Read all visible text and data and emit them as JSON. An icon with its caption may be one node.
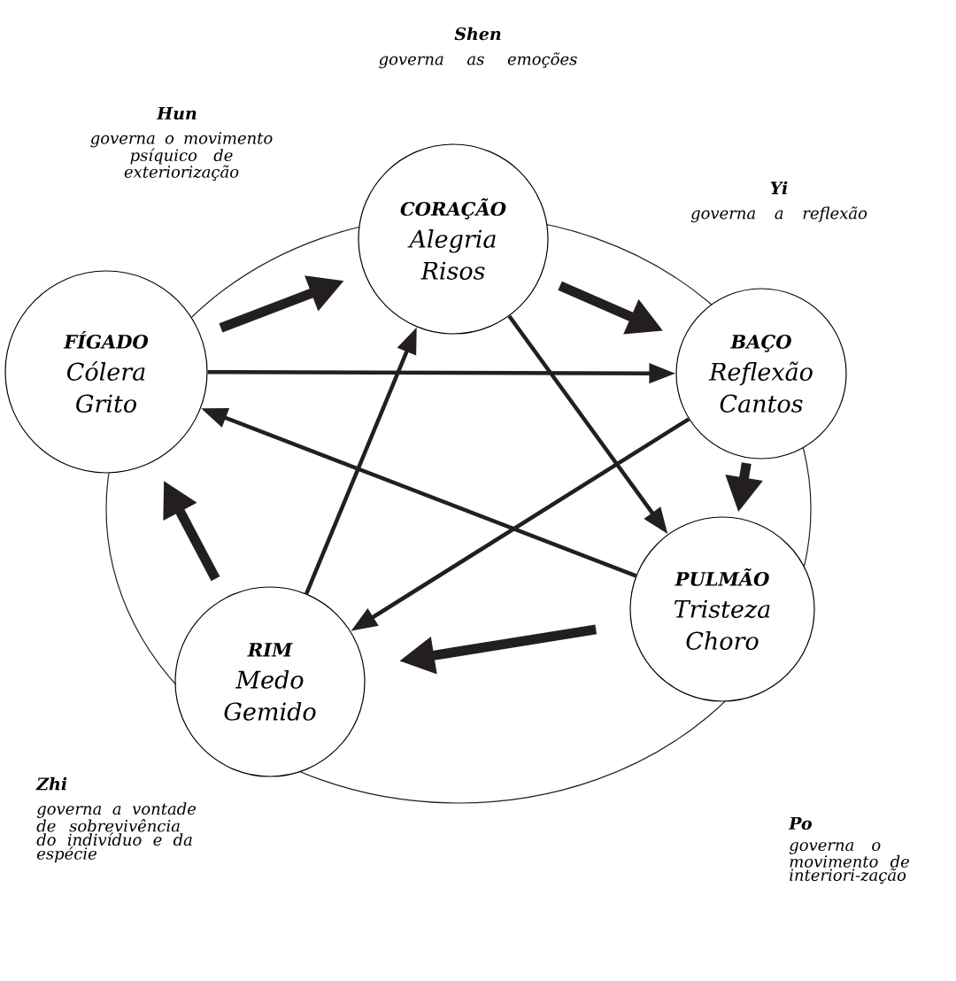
{
  "diagram": {
    "nodes": [
      {
        "text": [
          "CORAÇÃO",
          "Alegria Risos"
        ],
        "beside": [
          "Shen",
          "governa as emoções"
        ]
      },
      {
        "text": [
          "FÍGADO",
          "Cólera Grito"
        ],
        "beside": [
          "Hun",
          "governa o movimento psíquico de exteriorização"
        ]
      },
      {
        "text": [
          "BAÇO",
          "Reflexão Cantos"
        ],
        "beside": [
          "Yi",
          "governa a reflexão"
        ]
      },
      {
        "text": [
          "RIM",
          "Medo Gemido"
        ],
        "beside": [
          "Zhi",
          "governa a vontade de sobrevivência do indivíduo e da espécie"
        ]
      },
      {
        "text": [
          "PULMÃO",
          "Tristeza Choro"
        ],
        "beside": [
          "Po",
          "governa o movimento de interiori-zação"
        ]
      }
    ],
    "edges": [
      {
        "from": 1,
        "to": 0,
        "arrow": "to",
        "style": "thick"
      },
      {
        "from": 0,
        "to": 2,
        "arrow": "to",
        "style": "thick"
      },
      {
        "from": 2,
        "to": 4,
        "arrow": "to",
        "style": "thick"
      },
      {
        "from": 4,
        "to": 3,
        "arrow": "to",
        "style": "thick"
      },
      {
        "from": 3,
        "to": 1,
        "arrow": "to",
        "style": "thick"
      },
      {
        "from": 0,
        "to": 4,
        "arrow": "to"
      },
      {
        "from": 4,
        "to": 1,
        "arrow": "to"
      },
      {
        "from": 1,
        "to": 2,
        "arrow": "to"
      },
      {
        "from": 2,
        "to": 3,
        "arrow": "to"
      },
      {
        "from": 3,
        "to": 0,
        "arrow": "to"
      }
    ]
  }
}
